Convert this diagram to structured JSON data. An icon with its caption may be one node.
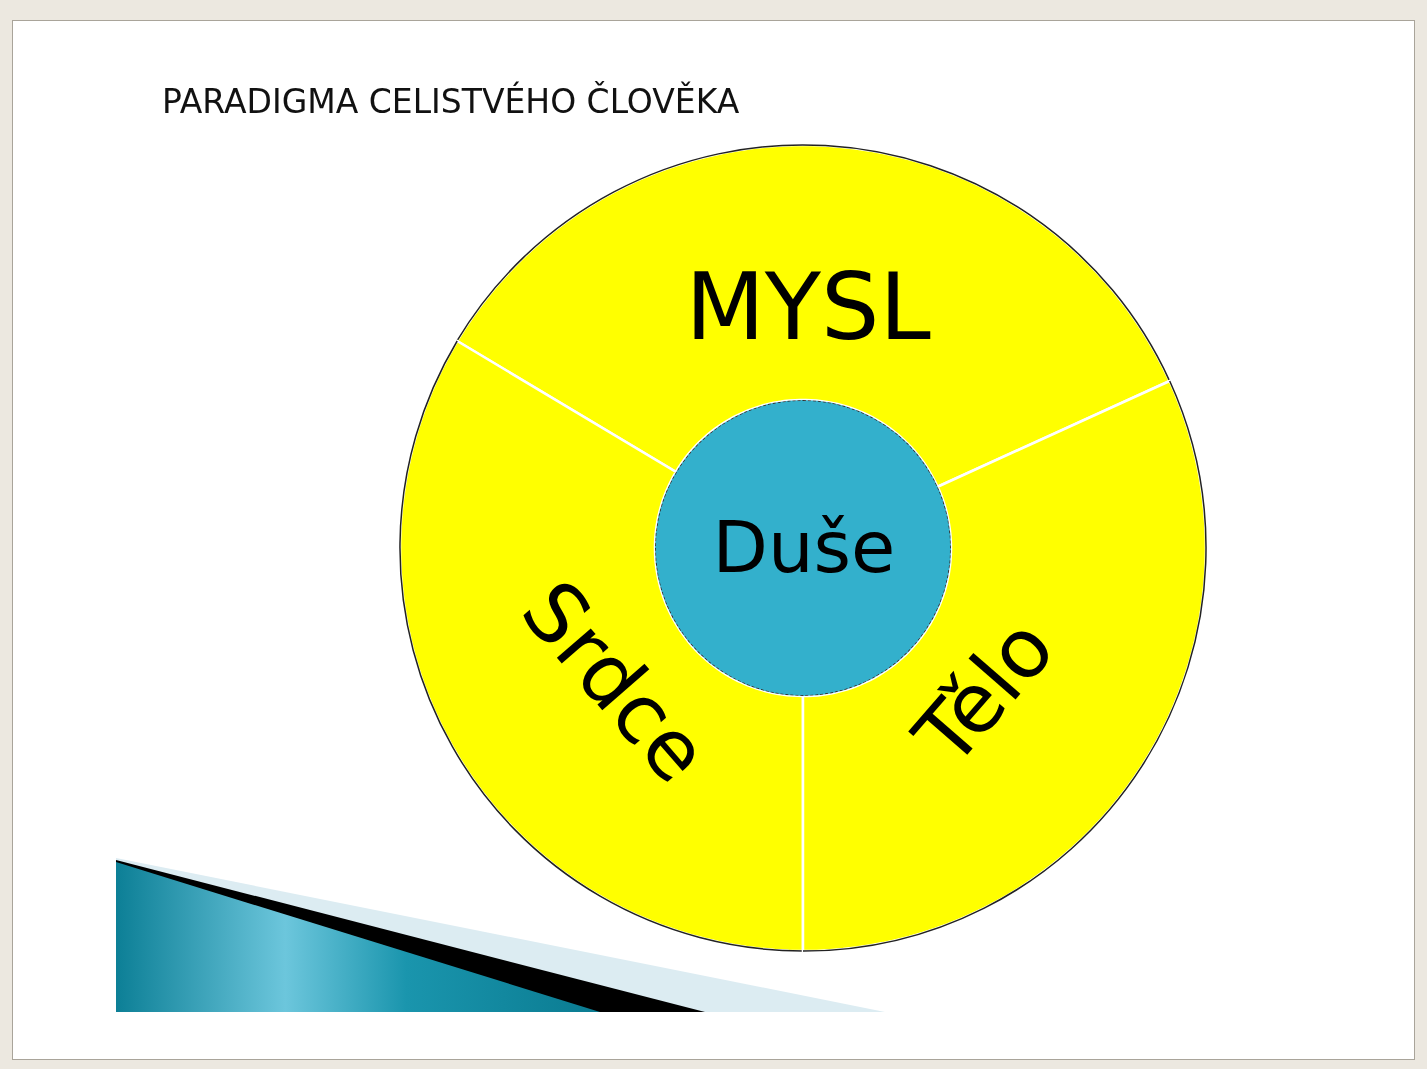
{
  "diagram": {
    "title": "PARADIGMA CELISTVÉHO ČLOVĚKA",
    "nodes": [
      {
        "text": [
          "MYSL"
        ]
      },
      {
        "text": [
          "Srdce"
        ]
      },
      {
        "text": [
          "Tělo"
        ]
      },
      {
        "text": [
          "Duše"
        ]
      }
    ]
  }
}
